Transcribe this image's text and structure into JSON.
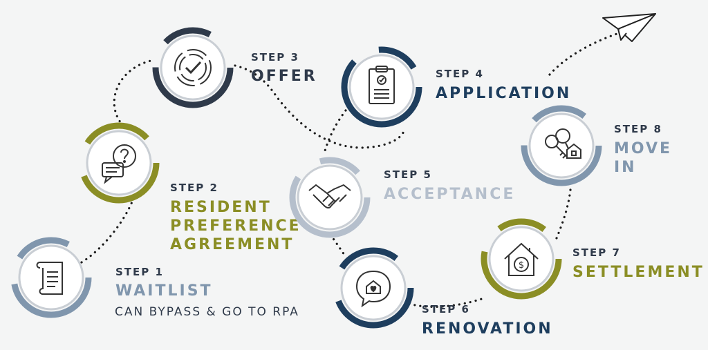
{
  "steps": [
    {
      "label": "STEP 1",
      "title": [
        "WAITLIST"
      ],
      "note": "CAN BYPASS & GO TO RPA",
      "icon": "scroll-icon"
    },
    {
      "label": "STEP 2",
      "title": [
        "RESIDENT",
        "PREFERENCE",
        "AGREEMENT"
      ],
      "icon": "question-chat-icon"
    },
    {
      "label": "STEP 3",
      "title": [
        "OFFER"
      ],
      "icon": "checkmark-target-icon"
    },
    {
      "label": "STEP 4",
      "title": [
        "APPLICATION"
      ],
      "icon": "clipboard-check-icon"
    },
    {
      "label": "STEP 5",
      "title": [
        "ACCEPTANCE"
      ],
      "icon": "handshake-icon"
    },
    {
      "label": "STEP 6",
      "title": [
        "RENOVATION"
      ],
      "icon": "home-heart-bubble-icon"
    },
    {
      "label": "STEP 7",
      "title": [
        "SETTLEMENT"
      ],
      "icon": "house-dollar-icon"
    },
    {
      "label": "STEP 8",
      "title": [
        "MOVE",
        "IN"
      ],
      "icon": "keys-house-icon"
    }
  ],
  "end_icon": "paper-plane-icon",
  "colors": {
    "navy": "#1e3e5e",
    "olive": "#8b8e25",
    "slate": "#8096ad",
    "pale": "#b5bfcc",
    "dark": "#2f3a4a"
  }
}
